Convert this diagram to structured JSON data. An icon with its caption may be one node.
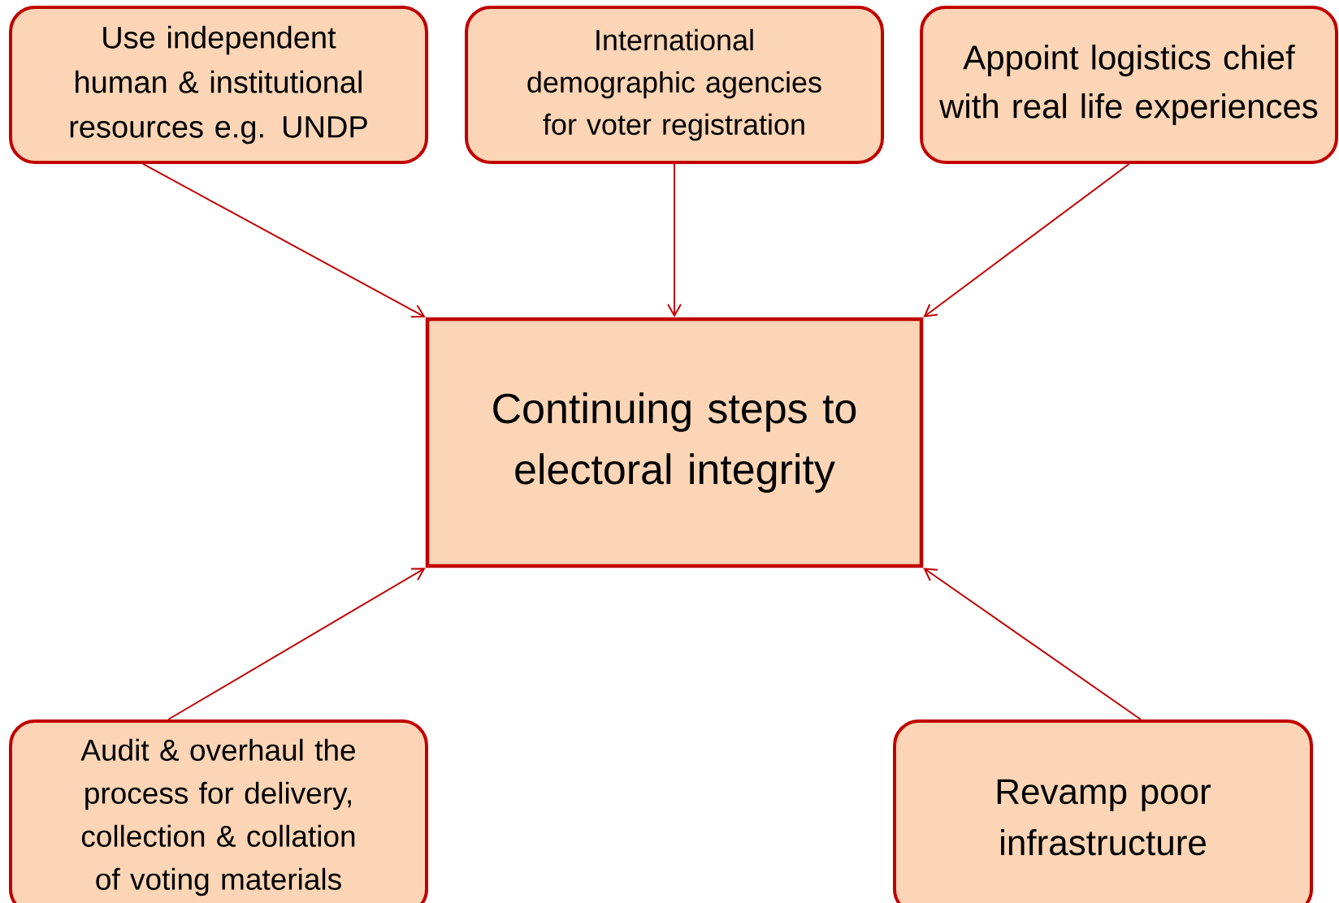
{
  "diagram": {
    "nodes": [
      {
        "text": [
          "Use independent human & institutional resources e.g. UNDP"
        ]
      },
      {
        "text": [
          "International demographic agencies for voter registration"
        ]
      },
      {
        "text": [
          "Appoint logistics chief with real life experiences"
        ]
      },
      {
        "text": [
          "Continuing steps to electoral integrity"
        ]
      },
      {
        "text": [
          "Audit & overhaul the process for delivery, collection & collation of voting materials"
        ]
      },
      {
        "text": [
          "Revamp poor infrastructure"
        ]
      }
    ],
    "edges": [
      {
        "from": 0,
        "to": 3,
        "arrow": "to"
      },
      {
        "from": 1,
        "to": 3,
        "arrow": "to"
      },
      {
        "from": 2,
        "to": 3,
        "arrow": "to"
      },
      {
        "from": 4,
        "to": 3,
        "arrow": "to"
      },
      {
        "from": 5,
        "to": 3,
        "arrow": "to"
      }
    ]
  }
}
